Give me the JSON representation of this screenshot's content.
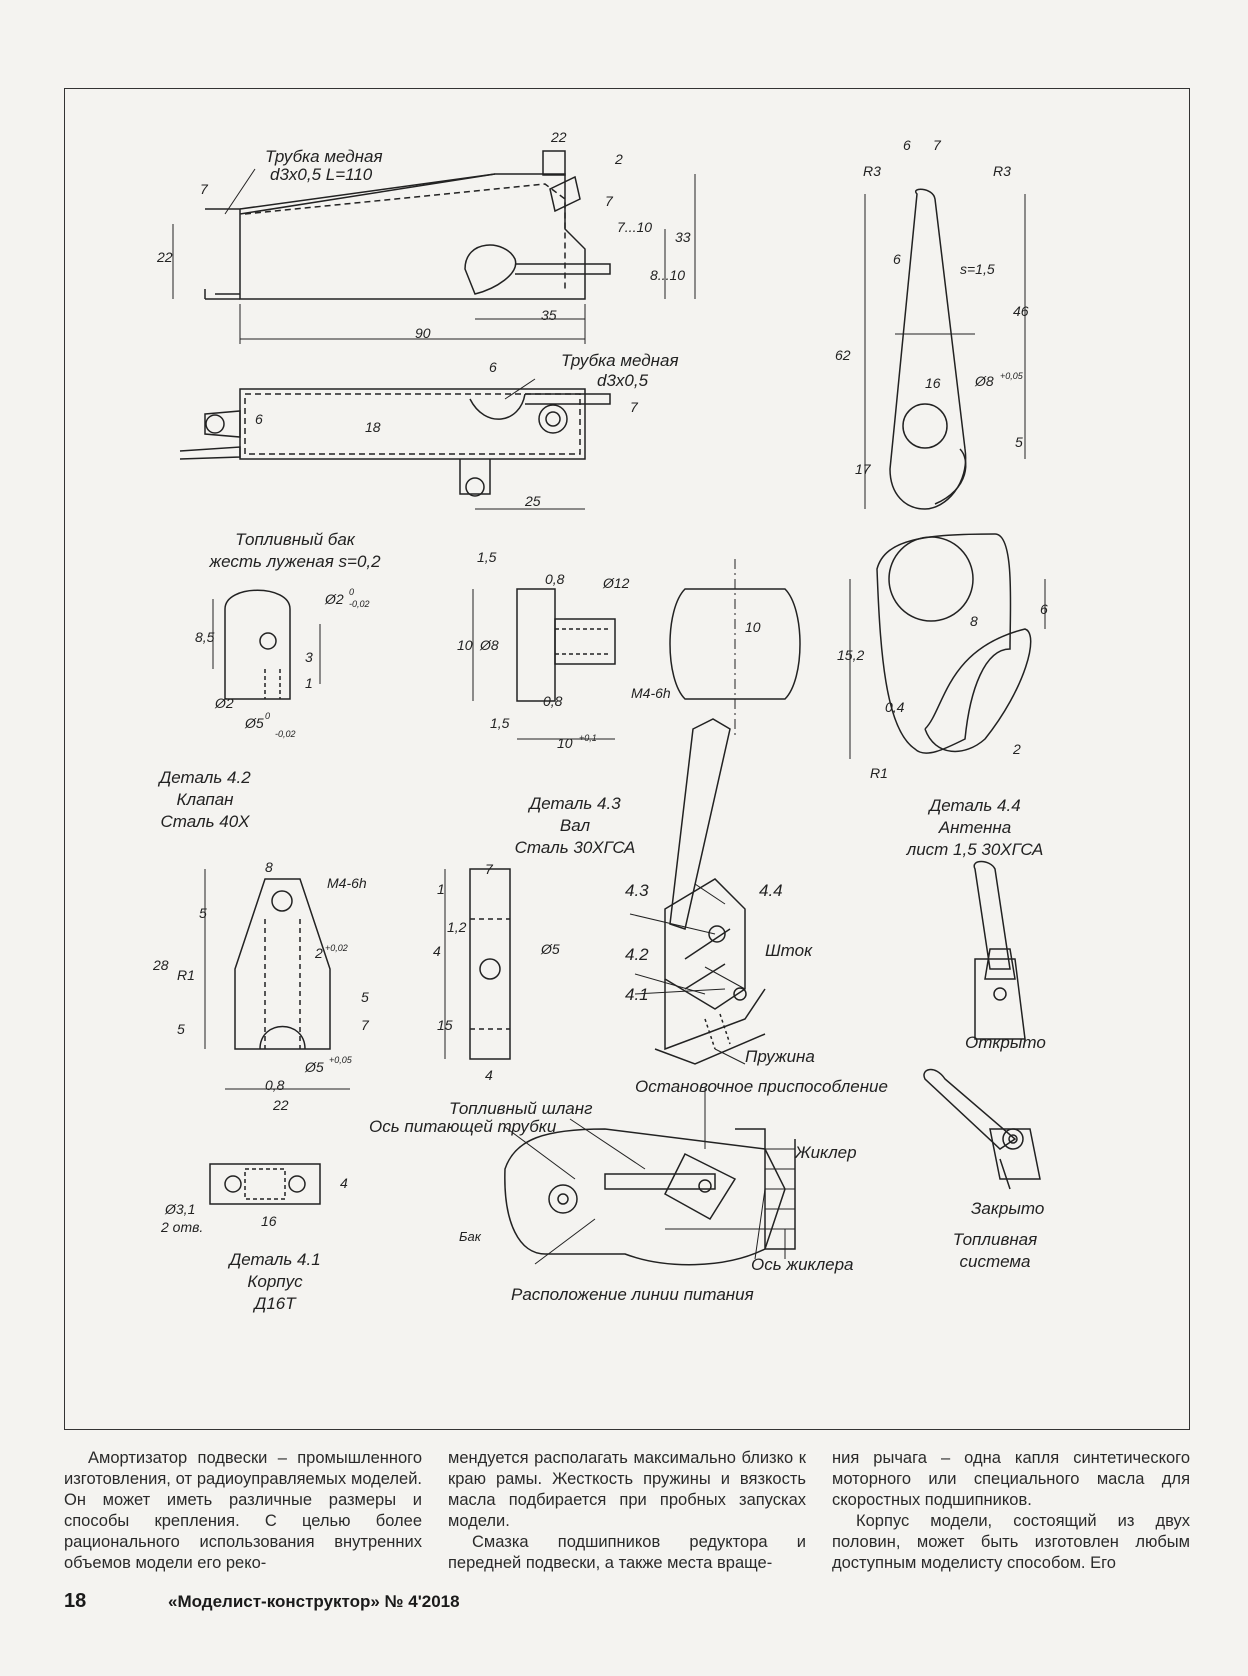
{
  "tank": {
    "pipe_label_1": "Трубка медная",
    "pipe_label_2": "d3x0,5 L=110",
    "pipe2_label_1": "Трубка медная",
    "pipe2_label_2": "d3x0,5",
    "caption_1": "Топливный бак",
    "caption_2": "жесть луженая s=0,2",
    "dims": [
      "22",
      "2",
      "7",
      "7",
      "7...10",
      "33",
      "22",
      "8...10",
      "35",
      "90",
      "6",
      "6",
      "18",
      "7",
      "25"
    ]
  },
  "antenna": {
    "dims": [
      "6",
      "7",
      "R3",
      "R3",
      "6",
      "s=1,5",
      "46",
      "62",
      "16",
      "Ø8",
      "+0,05",
      "5",
      "17"
    ],
    "detail_dims": [
      "8",
      "6",
      "15,2",
      "0,4",
      "2",
      "R1"
    ],
    "caption": [
      "Деталь 4.4",
      "Антенна",
      "лист 1,5 30ХГСА"
    ]
  },
  "valve": {
    "dims": [
      "Ø2",
      "0",
      "-0,02",
      "8,5",
      "3",
      "1",
      "Ø2",
      "Ø5",
      "0",
      "-0,02"
    ],
    "caption": [
      "Деталь 4.2",
      "Клапан",
      "Сталь 40Х"
    ]
  },
  "shaft": {
    "dims": [
      "1,5",
      "0,8",
      "Ø12",
      "10",
      "Ø8",
      "10",
      "0,8",
      "1,5",
      "M4-6h",
      "10",
      "+0,1"
    ],
    "caption": [
      "Деталь 4.3",
      "Вал",
      "Сталь 30ХГСА"
    ]
  },
  "body": {
    "dims": [
      "8",
      "M4-6h",
      "5",
      "28",
      "2",
      "+0,02",
      "R1",
      "5",
      "7",
      "5",
      "Ø5",
      "+0,05",
      "0,8",
      "22"
    ],
    "side_dims": [
      "7",
      "1",
      "1,2",
      "4",
      "Ø5",
      "15",
      "4"
    ],
    "plan_dims": [
      "Ø3,1",
      "2 отв.",
      "16",
      "4"
    ],
    "caption": [
      "Деталь 4.1",
      "Корпус",
      "Д16Т"
    ]
  },
  "assembly": {
    "labels": [
      "4.3",
      "4.2",
      "4.1",
      "4.4",
      "Шток",
      "Пружина"
    ]
  },
  "fuel_line": {
    "labels": [
      "Остановочное приспособление",
      "Топливный шланг",
      "Ось питающей трубки",
      "Жиклер",
      "Бак",
      "Ось жиклера"
    ],
    "caption": "Расположение линии питания"
  },
  "fuel_system": {
    "open": "Открыто",
    "closed": "Закрыто",
    "caption": [
      "Топливная",
      "система"
    ]
  },
  "text": {
    "col1": "Амортизатор подвески – промышленного изготовления, от радиоуправляемых моделей. Он может иметь различные размеры и способы крепления. С целью более рационального использования внутренних объемов модели его реко-",
    "col2_p1": "мендуется располагать максимально близко к краю рамы. Жесткость пружины и вязкость масла подбирается при пробных запусках модели.",
    "col2_p2": "Смазка подшипников редуктора и передней подвески, а также места враще-",
    "col3_p1": "ния рычага – одна капля синтетического моторного или специального масла для скоростных подшипников.",
    "col3_p2": "Корпус модели, состоящий из двух половин, может быть изготовлен любым доступным моделисту способом. Его"
  },
  "footer": {
    "page_number": "18",
    "magazine": "«Моделист-конструктор» № 4'2018"
  }
}
